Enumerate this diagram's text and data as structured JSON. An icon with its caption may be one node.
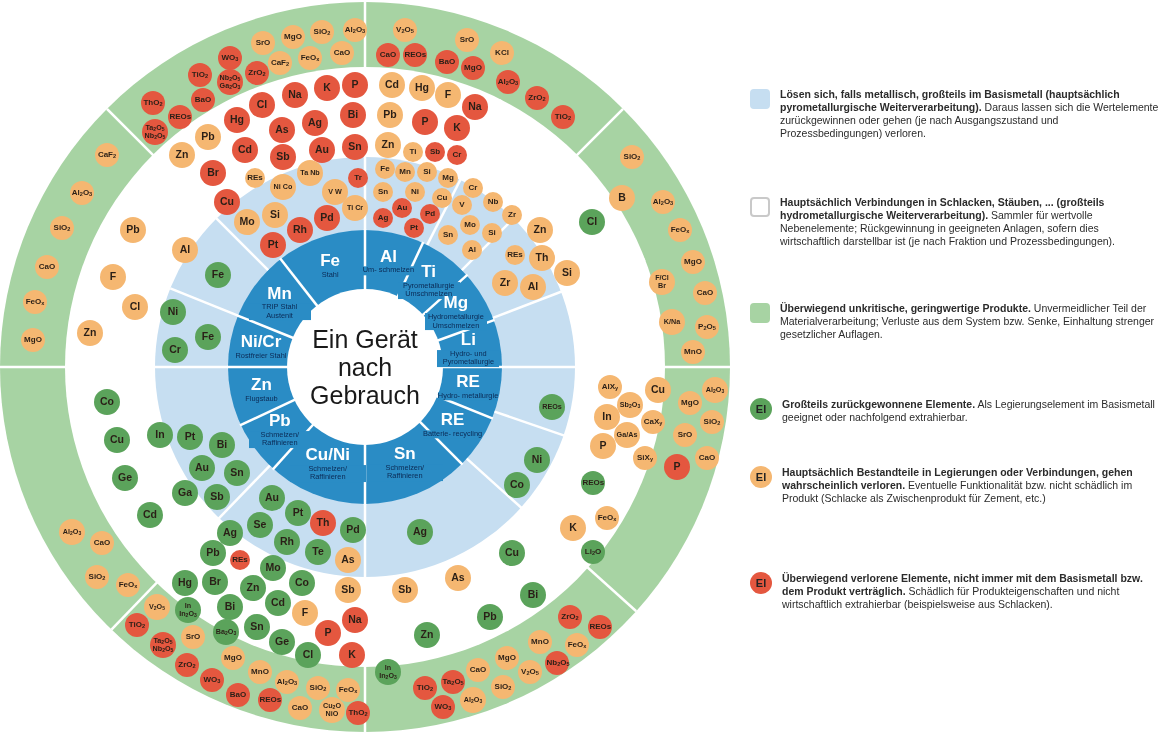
{
  "diagram": {
    "nodes": [
      {
        "text": [
          "Ein Gerät nach Gebrauch"
        ]
      },
      {
        "text": [
          "Fe",
          "Stahl"
        ]
      },
      {
        "text": [
          "Al",
          "Um- schmelzen"
        ]
      },
      {
        "text": [
          "Ti",
          "Pyrometallurgie Umschmelzen"
        ]
      },
      {
        "text": [
          "Mg",
          "Hydrometallurgie Umschmelzen"
        ]
      },
      {
        "text": [
          "Li",
          "Hydro- und Pyrometallurgie"
        ]
      },
      {
        "text": [
          "RE",
          "Hydro- metallurgie"
        ]
      },
      {
        "text": [
          "RE",
          "Batterie- recycling"
        ]
      },
      {
        "text": [
          "Sn",
          "Schmelzen/ Raffinieren"
        ]
      },
      {
        "text": [
          "Cu/Ni",
          "Schmelzen/ Raffinieren"
        ]
      },
      {
        "text": [
          "Pb",
          "Schmelzen/ Raffinieren"
        ]
      },
      {
        "text": [
          "Zn",
          "Flugstaub"
        ]
      },
      {
        "text": [
          "Ni/Cr",
          "Rostfreier Stahl"
        ]
      },
      {
        "text": [
          "Mn",
          "TRIP Stahl Austenit"
        ]
      },
      {
        "text": [
          "SrO"
        ]
      },
      {
        "text": [
          "MgO"
        ]
      },
      {
        "text": [
          "SiO$_{2}$"
        ]
      },
      {
        "text": [
          "Al$_{2}$O$_{3}$"
        ]
      },
      {
        "text": [
          "WO$_{3}$"
        ]
      },
      {
        "text": [
          "CaF$_{2}$"
        ]
      },
      {
        "text": [
          "FeO$_{x}$"
        ]
      },
      {
        "text": [
          "CaO"
        ]
      },
      {
        "text": [
          "TiO$_{2}$"
        ]
      },
      {
        "text": [
          "Nb$_{2}$O$_{5}$ Ga$_{2}$O$_{3}$"
        ]
      },
      {
        "text": [
          "ZrO$_{2}$"
        ]
      },
      {
        "text": [
          "ThO$_{2}$"
        ]
      },
      {
        "text": [
          "BaO"
        ]
      },
      {
        "text": [
          "REOs"
        ]
      },
      {
        "text": [
          "Ta$_{2}$O$_{5}$ Nb$_{2}$O$_{5}$"
        ]
      },
      {
        "text": [
          "CaF$_{2}$"
        ]
      },
      {
        "text": [
          "Al$_{2}$O$_{3}$"
        ]
      },
      {
        "text": [
          "SiO$_{2}$"
        ]
      },
      {
        "text": [
          "CaO"
        ]
      },
      {
        "text": [
          "FeO$_{x}$"
        ]
      },
      {
        "text": [
          "MgO"
        ]
      },
      {
        "text": [
          "Pb"
        ]
      },
      {
        "text": [
          "F"
        ]
      },
      {
        "text": [
          "Cl"
        ]
      },
      {
        "text": [
          "Zn"
        ]
      },
      {
        "text": [
          "Al"
        ]
      },
      {
        "text": [
          "Fe"
        ]
      },
      {
        "text": [
          "Ni"
        ]
      },
      {
        "text": [
          "Fe"
        ]
      },
      {
        "text": [
          "Cr"
        ]
      },
      {
        "text": [
          "Na"
        ]
      },
      {
        "text": [
          "K"
        ]
      },
      {
        "text": [
          "P"
        ]
      },
      {
        "text": [
          "Cl"
        ]
      },
      {
        "text": [
          "Hg"
        ]
      },
      {
        "text": [
          "As"
        ]
      },
      {
        "text": [
          "Ag"
        ]
      },
      {
        "text": [
          "Bi"
        ]
      },
      {
        "text": [
          "Pb"
        ]
      },
      {
        "text": [
          "Zn"
        ]
      },
      {
        "text": [
          "Cd"
        ]
      },
      {
        "text": [
          "Sb"
        ]
      },
      {
        "text": [
          "Au"
        ]
      },
      {
        "text": [
          "Sn"
        ]
      },
      {
        "text": [
          "Br"
        ]
      },
      {
        "text": [
          "REs"
        ]
      },
      {
        "text": [
          "Ni Co"
        ]
      },
      {
        "text": [
          "Ta Nb"
        ]
      },
      {
        "text": [
          "V W"
        ]
      },
      {
        "text": [
          "Tr"
        ]
      },
      {
        "text": [
          "Cu"
        ]
      },
      {
        "text": [
          "Mo"
        ]
      },
      {
        "text": [
          "Si"
        ]
      },
      {
        "text": [
          "Rh"
        ]
      },
      {
        "text": [
          "Pd"
        ]
      },
      {
        "text": [
          "Ti Cr"
        ]
      },
      {
        "text": [
          "Pt"
        ]
      },
      {
        "text": [
          "V$_{2}$O$_{5}$"
        ]
      },
      {
        "text": [
          "SrO"
        ]
      },
      {
        "text": [
          "CaO"
        ]
      },
      {
        "text": [
          "REOs"
        ]
      },
      {
        "text": [
          "BaO"
        ]
      },
      {
        "text": [
          "MgO"
        ]
      },
      {
        "text": [
          "KCl"
        ]
      },
      {
        "text": [
          "Al$_{2}$O$_{3}$"
        ]
      },
      {
        "text": [
          "ZrO$_{2}$"
        ]
      },
      {
        "text": [
          "TiO$_{2}$"
        ]
      },
      {
        "text": [
          "SiO$_{2}$"
        ]
      },
      {
        "text": [
          "Al$_{2}$O$_{3}$"
        ]
      },
      {
        "text": [
          "FeO$_{x}$"
        ]
      },
      {
        "text": [
          "MgO"
        ]
      },
      {
        "text": [
          "F/Cl Br"
        ]
      },
      {
        "text": [
          "CaO"
        ]
      },
      {
        "text": [
          "K/Na"
        ]
      },
      {
        "text": [
          "P$_{2}$O$_{5}$"
        ]
      },
      {
        "text": [
          "MnO"
        ]
      },
      {
        "text": [
          "B"
        ]
      },
      {
        "text": [
          "Cl"
        ]
      },
      {
        "text": [
          "Cd"
        ]
      },
      {
        "text": [
          "Hg"
        ]
      },
      {
        "text": [
          "F"
        ]
      },
      {
        "text": [
          "Na"
        ]
      },
      {
        "text": [
          "Pb"
        ]
      },
      {
        "text": [
          "P"
        ]
      },
      {
        "text": [
          "K"
        ]
      },
      {
        "text": [
          "Zn"
        ]
      },
      {
        "text": [
          "Ti"
        ]
      },
      {
        "text": [
          "Sb"
        ]
      },
      {
        "text": [
          "Cr"
        ]
      },
      {
        "text": [
          "Fe"
        ]
      },
      {
        "text": [
          "Mn"
        ]
      },
      {
        "text": [
          "Si"
        ]
      },
      {
        "text": [
          "Mg"
        ]
      },
      {
        "text": [
          "Sn"
        ]
      },
      {
        "text": [
          "Ni"
        ]
      },
      {
        "text": [
          "Cu"
        ]
      },
      {
        "text": [
          "Au"
        ]
      },
      {
        "text": [
          "Pd"
        ]
      },
      {
        "text": [
          "Ag"
        ]
      },
      {
        "text": [
          "Pt"
        ]
      },
      {
        "text": [
          "Cr"
        ]
      },
      {
        "text": [
          "V"
        ]
      },
      {
        "text": [
          "Nb"
        ]
      },
      {
        "text": [
          "Zr"
        ]
      },
      {
        "text": [
          "Mo"
        ]
      },
      {
        "text": [
          "Sn"
        ]
      },
      {
        "text": [
          "Si"
        ]
      },
      {
        "text": [
          "Al"
        ]
      },
      {
        "text": [
          "Zn"
        ]
      },
      {
        "text": [
          "REs"
        ]
      },
      {
        "text": [
          "Th"
        ]
      },
      {
        "text": [
          "Zr"
        ]
      },
      {
        "text": [
          "Al"
        ]
      },
      {
        "text": [
          "Si"
        ]
      },
      {
        "text": [
          "Co"
        ]
      },
      {
        "text": [
          "Cu"
        ]
      },
      {
        "text": [
          "Ge"
        ]
      },
      {
        "text": [
          "Cd"
        ]
      },
      {
        "text": [
          "In"
        ]
      },
      {
        "text": [
          "Pt"
        ]
      },
      {
        "text": [
          "Bi"
        ]
      },
      {
        "text": [
          "Au"
        ]
      },
      {
        "text": [
          "Sn"
        ]
      },
      {
        "text": [
          "Ga"
        ]
      },
      {
        "text": [
          "Sb"
        ]
      },
      {
        "text": [
          "Al$_{2}$O$_{3}$"
        ]
      },
      {
        "text": [
          "CaO"
        ]
      },
      {
        "text": [
          "SiO$_{2}$"
        ]
      },
      {
        "text": [
          "FeO$_{x}$"
        ]
      },
      {
        "text": [
          "Au"
        ]
      },
      {
        "text": [
          "Pt"
        ]
      },
      {
        "text": [
          "Th"
        ]
      },
      {
        "text": [
          "Pd"
        ]
      },
      {
        "text": [
          "Se"
        ]
      },
      {
        "text": [
          "Ag"
        ]
      },
      {
        "text": [
          "Rh"
        ]
      },
      {
        "text": [
          "Pb"
        ]
      },
      {
        "text": [
          "REs"
        ]
      },
      {
        "text": [
          "Te"
        ]
      },
      {
        "text": [
          "As"
        ]
      },
      {
        "text": [
          "Mo"
        ]
      },
      {
        "text": [
          "Hg"
        ]
      },
      {
        "text": [
          "Br"
        ]
      },
      {
        "text": [
          "Zn"
        ]
      },
      {
        "text": [
          "Co"
        ]
      },
      {
        "text": [
          "Sb"
        ]
      },
      {
        "text": [
          "In In$_{2}$O$_{3}$"
        ]
      },
      {
        "text": [
          "Bi"
        ]
      },
      {
        "text": [
          "Cd"
        ]
      },
      {
        "text": [
          "F"
        ]
      },
      {
        "text": [
          "Na"
        ]
      },
      {
        "text": [
          "Sn"
        ]
      },
      {
        "text": [
          "Ge"
        ]
      },
      {
        "text": [
          "P"
        ]
      },
      {
        "text": [
          "Cl"
        ]
      },
      {
        "text": [
          "K"
        ]
      },
      {
        "text": [
          "V$_{2}$O$_{5}$"
        ]
      },
      {
        "text": [
          "TiO$_{2}$"
        ]
      },
      {
        "text": [
          "Ta$_{2}$O$_{5}$ Nb$_{2}$O$_{5}$"
        ]
      },
      {
        "text": [
          "SrO"
        ]
      },
      {
        "text": [
          "Ba$_{2}$O$_{3}$"
        ]
      },
      {
        "text": [
          "ZrO$_{2}$"
        ]
      },
      {
        "text": [
          "MgO"
        ]
      },
      {
        "text": [
          "WO$_{3}$"
        ]
      },
      {
        "text": [
          "MnO"
        ]
      },
      {
        "text": [
          "BaO"
        ]
      },
      {
        "text": [
          "Al$_{2}$O$_{3}$"
        ]
      },
      {
        "text": [
          "SiO$_{2}$"
        ]
      },
      {
        "text": [
          "FeO$_{x}$"
        ]
      },
      {
        "text": [
          "REOs"
        ]
      },
      {
        "text": [
          "CaO"
        ]
      },
      {
        "text": [
          "Cu$_{2}$O NiO"
        ]
      },
      {
        "text": [
          "ThO$_{2}$"
        ]
      },
      {
        "text": [
          "Ag"
        ]
      },
      {
        "text": [
          "Sb"
        ]
      },
      {
        "text": [
          "As"
        ]
      },
      {
        "text": [
          "Zn"
        ]
      },
      {
        "text": [
          "Pb"
        ]
      },
      {
        "text": [
          "Cu"
        ]
      },
      {
        "text": [
          "Bi"
        ]
      },
      {
        "text": [
          "In In$_{2}$O$_{3}$"
        ]
      },
      {
        "text": [
          "Ni"
        ]
      },
      {
        "text": [
          "Co"
        ]
      },
      {
        "text": [
          "REOs"
        ]
      },
      {
        "text": [
          "K"
        ]
      },
      {
        "text": [
          "FeO$_{x}$"
        ]
      },
      {
        "text": [
          "Li$_{2}$O"
        ]
      },
      {
        "text": [
          "REOs"
        ]
      },
      {
        "text": [
          "AlX$_{y}$"
        ]
      },
      {
        "text": [
          "Cu"
        ]
      },
      {
        "text": [
          "Sb$_{2}$O$_{3}$"
        ]
      },
      {
        "text": [
          "In"
        ]
      },
      {
        "text": [
          "CaX$_{y}$"
        ]
      },
      {
        "text": [
          "P"
        ]
      },
      {
        "text": [
          "Ga/As"
        ]
      },
      {
        "text": [
          "SiX$_{y}$"
        ]
      },
      {
        "text": [
          "P"
        ]
      },
      {
        "text": [
          "Al$_{2}$O$_{3}$"
        ]
      },
      {
        "text": [
          "MgO"
        ]
      },
      {
        "text": [
          "SiO$_{2}$"
        ]
      },
      {
        "text": [
          "SrO"
        ]
      },
      {
        "text": [
          "CaO"
        ]
      },
      {
        "text": [
          "ZrO$_{2}$"
        ]
      },
      {
        "text": [
          "REOs"
        ]
      },
      {
        "text": [
          "MnO"
        ]
      },
      {
        "text": [
          "FeO$_{x}$"
        ]
      },
      {
        "text": [
          "MgO"
        ]
      },
      {
        "text": [
          "Nb$_{2}$O$_{5}$"
        ]
      },
      {
        "text": [
          "CaO"
        ]
      },
      {
        "text": [
          "V$_{2}$O$_{5}$"
        ]
      },
      {
        "text": [
          "TiO$_{2}$"
        ]
      },
      {
        "text": [
          "Ta$_{2}$O$_{5}$"
        ]
      },
      {
        "text": [
          "SiO$_{2}$"
        ]
      },
      {
        "text": [
          "WO$_{3}$"
        ]
      },
      {
        "text": [
          "Al$_{2}$O$_{3}$"
        ]
      }
    ],
    "labels": [
      "El",
      "El",
      "El"
    ],
    "legend": [
      {
        "text": "**Lösen sich, falls metallisch, großteils im Basismetall (hauptsächlich pyrometallurgische Weiterverarbeitung).** Daraus lassen sich die Wertelemente zurückgewinnen oder gehen (je nach Ausgangszustand und Prozessbedingungen) verloren.",
        "color": "#c6def1"
      },
      {
        "text": "**Hauptsächlich Verbindungen in Schlacken, Stäuben, ... (großteils hydrometallurgische Weiterverarbeitung).** Sammler für wertvolle Nebenelemente; Rückgewinnung in geeigneten Anlagen, sofern dies wirtschaftlich darstellbar ist (je nach Fraktion und Prozessbedingungen).",
        "color": "#ffffff"
      },
      {
        "text": "**Überwiegend unkritische, geringwertige Produkte.** Unvermeidlicher Teil der Materialverarbeitung; Verluste aus dem System bzw. Senke, Einhaltung strenger gesetzlicher Auflagen.",
        "color": "#a7d3a3"
      },
      {
        "text": "**Großteils zurückgewonnene Elemente.** Als Legierungselement im Basismetall geeignet oder nachfolgend extrahierbar.",
        "color": "#5ba35b"
      },
      {
        "text": "**Hauptsächlich Bestandteile in Legierungen oder Verbindungen, gehen wahrscheinlich verloren.** Eventuelle Funktionalität bzw. nicht schädlich im Produkt (Schlacke als Zwischenprodukt für Zement, etc.)",
        "color": "#f5b771"
      },
      {
        "text": "**Überwiegend verlorene Elemente, nicht immer mit dem Basismetall bzw. dem Produkt verträglich.** Schädlich für Produkteigenschaften und nicht wirtschaftlich extrahierbar (beispielsweise aus Schlacken).",
        "color": "#e4573f"
      }
    ]
  }
}
